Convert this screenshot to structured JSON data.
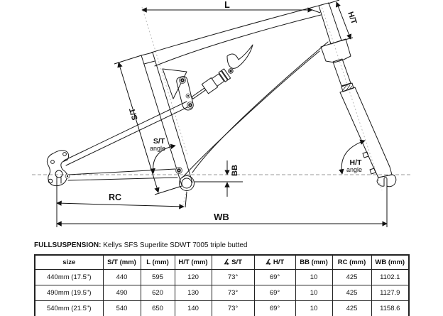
{
  "diagram": {
    "labels": {
      "L": "L",
      "HT": "H/T",
      "ST": "S/T",
      "BB": "BB",
      "RC": "RC",
      "WB": "WB",
      "ST_angle_top": "S/T",
      "ST_angle_bottom": "angle",
      "HT_angle_top": "H/T",
      "HT_angle_bottom": "angle"
    }
  },
  "caption": {
    "bold": "FULLSUSPENSION:",
    "text": " Kellys SFS Superlite SDWT 7005 triple butted"
  },
  "table": {
    "headers": [
      "size",
      "S/T (mm)",
      "L (mm)",
      "H/T (mm)",
      "∡ S/T",
      "∡ H/T",
      "BB (mm)",
      "RC (mm)",
      "WB (mm)"
    ],
    "rows": [
      [
        "440mm (17.5\")",
        "440",
        "595",
        "120",
        "73°",
        "69°",
        "10",
        "425",
        "1102.1"
      ],
      [
        "490mm (19.5\")",
        "490",
        "620",
        "130",
        "73°",
        "69°",
        "10",
        "425",
        "1127.9"
      ],
      [
        "540mm (21.5\")",
        "540",
        "650",
        "140",
        "73°",
        "69°",
        "10",
        "425",
        "1158.6"
      ]
    ]
  },
  "colors": {
    "line": "#1a1a1a",
    "dim": "#111111",
    "axis_dash": "#aaaaaa",
    "background": "#ffffff"
  }
}
